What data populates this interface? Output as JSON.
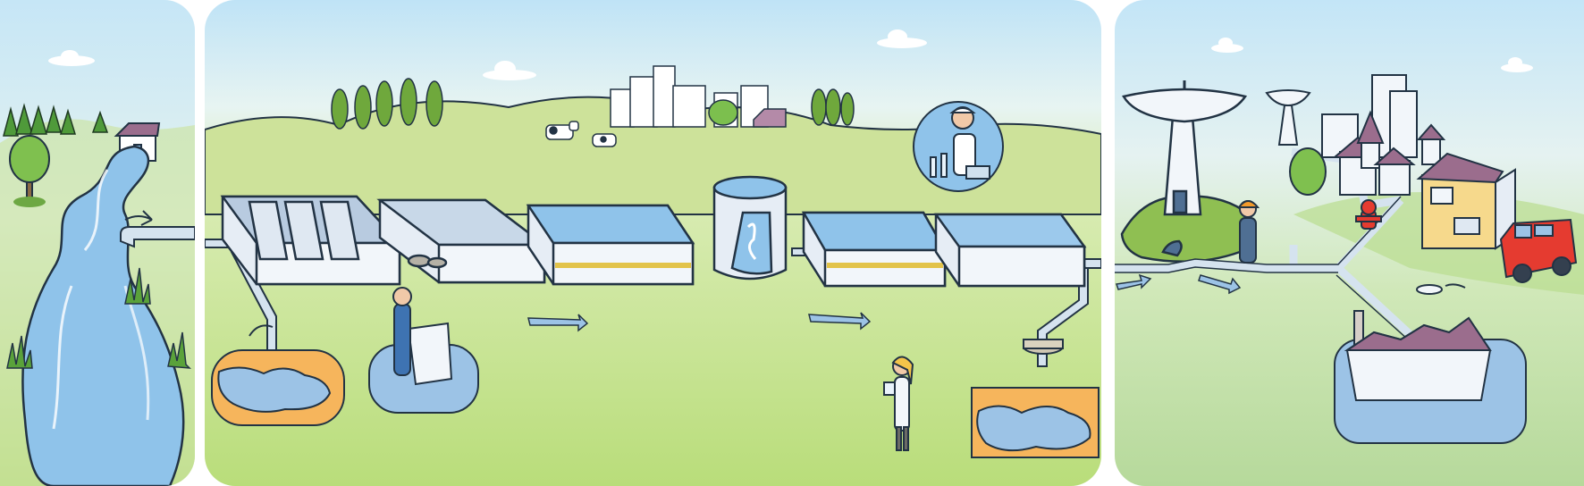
{
  "illustration": {
    "panels": [
      {
        "id": "source",
        "scene": "river-source"
      },
      {
        "id": "plant",
        "scene": "water-treatment-plant"
      },
      {
        "id": "distribution",
        "scene": "water-distribution"
      }
    ],
    "colors": {
      "sky": "#c4e5f7",
      "grass": "#b6dc78",
      "hill": "#cfe396",
      "water": "#8fc3ea",
      "basin_wall": "#e6edf5",
      "pipe": "#d5e3ef",
      "outline": "#223344",
      "groundwater_orange": "#f6b55c",
      "groundwater_blue": "#9cc3e6"
    }
  }
}
